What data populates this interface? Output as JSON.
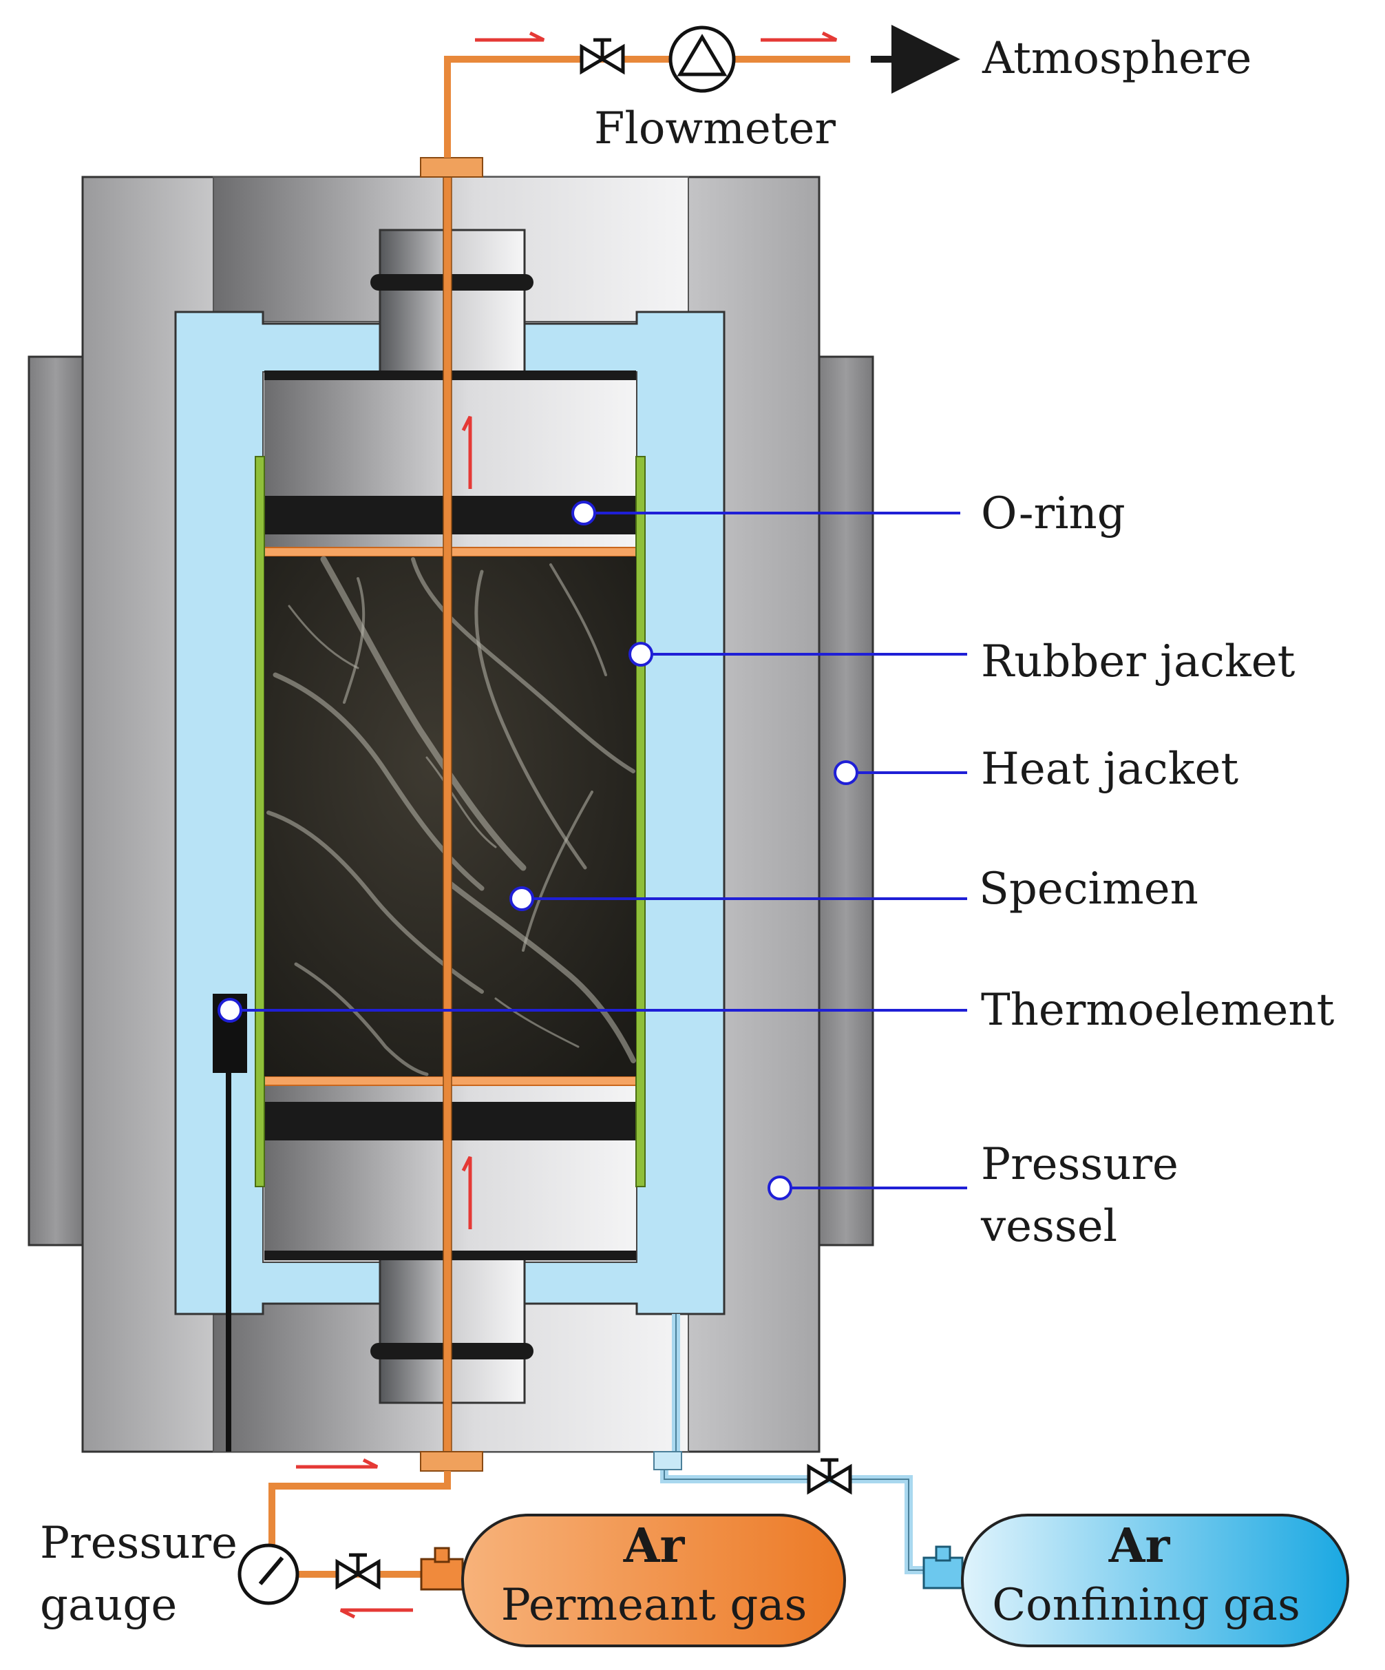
{
  "labels": {
    "atmosphere": "Atmosphere",
    "flowmeter": "Flowmeter",
    "o_ring": "O-ring",
    "rubber_jacket": "Rubber jacket",
    "heat_jacket": "Heat jacket",
    "specimen": "Specimen",
    "thermoelement": "Thermoelement",
    "pressure_vessel_line1": "Pressure",
    "pressure_vessel_line2": "vessel",
    "pressure_gauge_line1": "Pressure",
    "pressure_gauge_line2": "gauge"
  },
  "tanks": {
    "permeant": {
      "gas": "Ar",
      "label": "Permeant gas"
    },
    "confining": {
      "gas": "Ar",
      "label": "Confining gas"
    }
  },
  "colors": {
    "vessel_gray": "#c8c8ca",
    "heat_jacket": "#8a8a8c",
    "confining_fluid": "#b8e3f6",
    "rubber_jacket": "#8fbf3a",
    "specimen": "#2c2a24",
    "permeant_pipe": "#e8883a",
    "confining_pipe": "#a9d8ef",
    "flow_arrow": "#e53935",
    "leader_line": "#1f1fd6",
    "permeant_tank": "#f08a3c",
    "confining_tank": "#3fb9ea"
  }
}
